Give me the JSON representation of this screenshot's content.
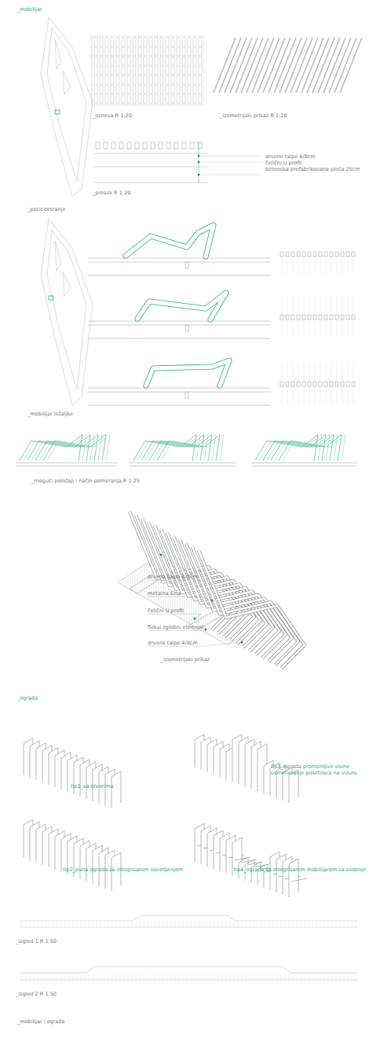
{
  "diagram": {
    "labels": [
      "_mobilijar",
      "_osnova R 1:20",
      "_izometrijski prikaz R 1:20",
      "drvene talpe 4/8cm",
      "čelični U profil",
      "betonska prefabrikovana ploča 25cm",
      "_presek R 1:20",
      "_pozicioniranje",
      "_mobilijar ležaljke",
      "_mogući položaji i način pomeranja R 1:25",
      "drvene talpe 4/8cm",
      "metalna šina",
      "čelični U profil",
      "fleksi zglobni element",
      "drvene talpe 4/8cm",
      "_izometrijski prikaz",
      "_ograda",
      "tip1_sa otvorima",
      "tip3_ograda promenljive visine usmeravanje posetilaca na vizuru",
      "tip2_puna ograda sa integrisanim osvetljenjem",
      "tip4_ograda sa integrisanim mobilijarom za sedenje",
      "_izgled 1 R 1:50",
      "_izgled 2 R 1:50",
      "_mobilijar i ograda"
    ]
  }
}
